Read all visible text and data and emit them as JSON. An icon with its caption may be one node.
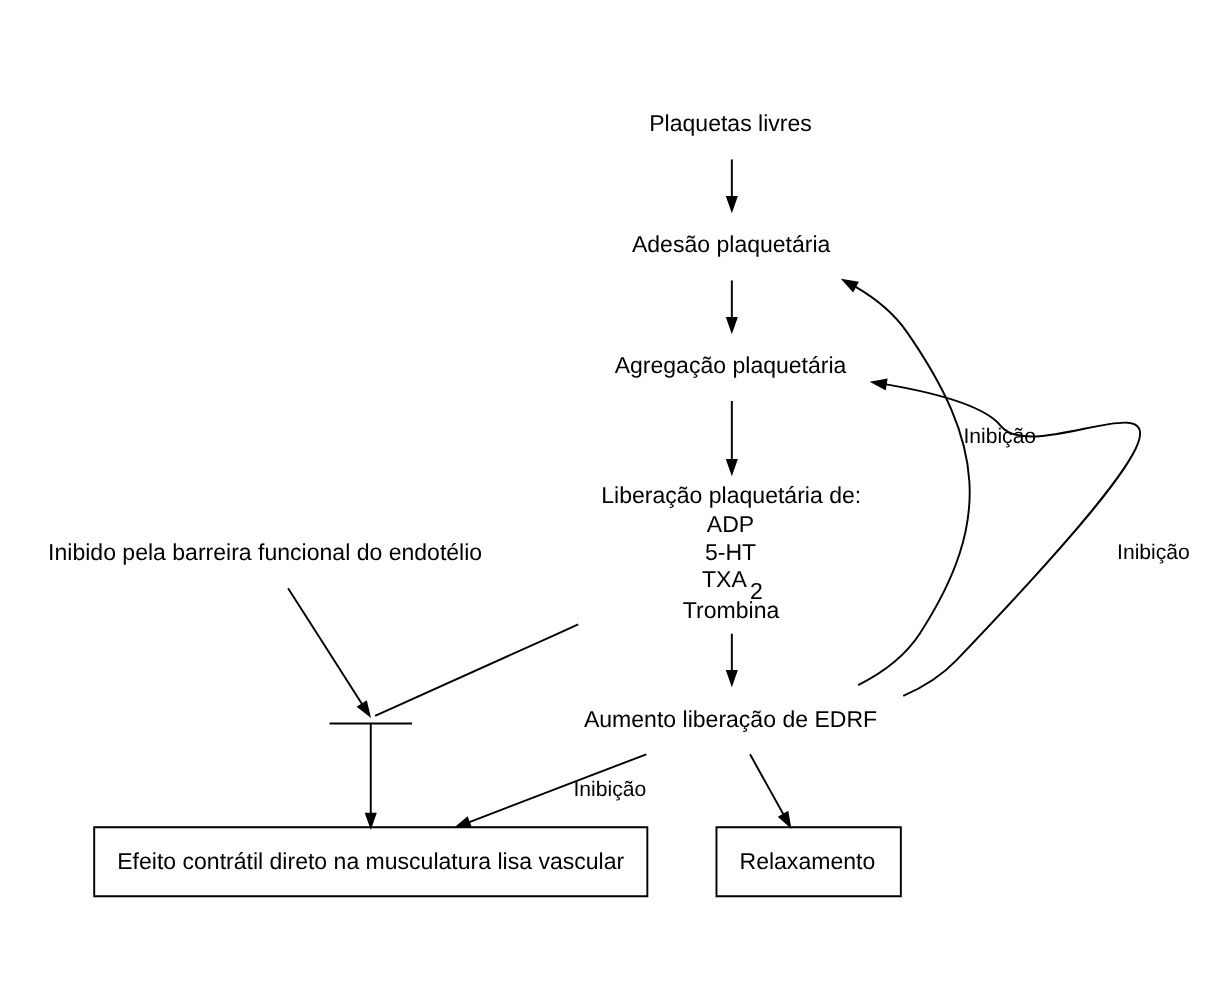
{
  "diagram": {
    "nodes": [
      {
        "text": [
          "Plaquetas livres"
        ]
      },
      {
        "text": [
          "Adesão plaquetária"
        ]
      },
      {
        "text": [
          "Agregação plaquetária"
        ]
      },
      {
        "text": [
          "Liberação plaquetária de:",
          "ADP",
          "5-HT",
          "TXA$_{2}$",
          "Trombina"
        ]
      },
      {
        "text": [
          "Inibido pela barreira funcional do endotélio"
        ]
      },
      {
        "text": [],
        "shape": "zigzag"
      },
      {
        "text": [
          "Aumento liberação de EDRF"
        ]
      },
      {
        "text": [
          "Relaxamento"
        ]
      },
      {
        "text": [
          "Efeito contrátil direto na musculatura lisa vascular"
        ]
      }
    ],
    "edges": [
      {
        "from": 0,
        "to": 1,
        "arrow": "to"
      },
      {
        "from": 1,
        "to": 2,
        "arrow": "to"
      },
      {
        "from": 2,
        "to": 3,
        "arrow": "to"
      },
      {
        "from": 3,
        "to": 6,
        "arrow": "to"
      },
      {
        "from": 3,
        "to": 5,
        "arrow": "none"
      },
      {
        "from": 4,
        "to": 5,
        "arrow": "to"
      },
      {
        "from": 5,
        "to": 8,
        "arrow": "to"
      },
      {
        "from": 6,
        "to": 1,
        "label": "Inibição",
        "arrow": "to"
      },
      {
        "from": 6,
        "to": 2,
        "label": "Inibição",
        "arrow": "to"
      },
      {
        "from": 6,
        "to": 7,
        "arrow": "to"
      },
      {
        "from": 6,
        "to": 8,
        "label": "Inibição",
        "arrow": "to"
      }
    ]
  }
}
